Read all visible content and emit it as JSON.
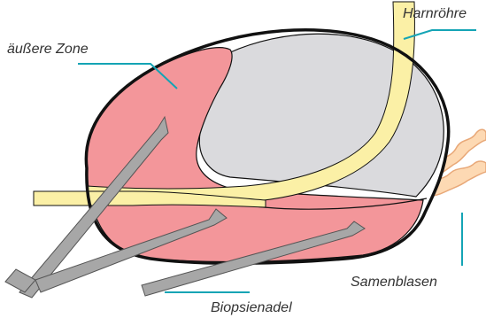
{
  "labels": {
    "outer_zone": "äußere Zone",
    "urethra": "Harnröhre",
    "seminal_vesicles": "Samenblasen",
    "biopsy_needle": "Biopsienadel"
  },
  "colors": {
    "outline": "#111111",
    "gland_fill": "#ffffff",
    "central_zone": "#dadadd",
    "outer_zone": "#f3969a",
    "urethra": "#fbf0a6",
    "vesicles": "#fdd9b3",
    "vesicle_outline": "#e8a878",
    "needle": "#a7a7a7",
    "needle_outline": "#555555",
    "leader": "#14a4b5"
  }
}
